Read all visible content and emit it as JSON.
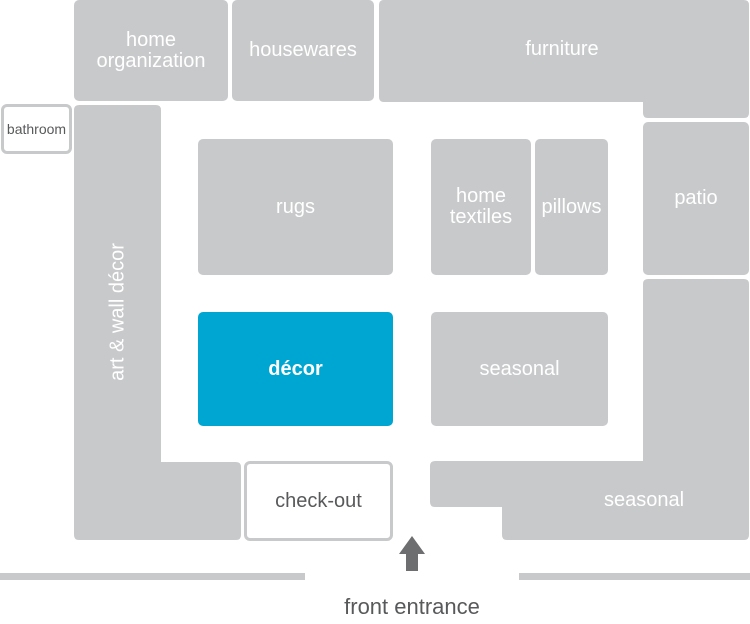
{
  "map": {
    "departments": {
      "home_organization": "home\norganization",
      "housewares": "housewares",
      "furniture": "furniture",
      "bathroom": "bathroom",
      "art_wall_decor": "art & wall décor",
      "rugs": "rugs",
      "home_textiles": "home\ntextiles",
      "pillows": "pillows",
      "patio": "patio",
      "decor": "décor",
      "seasonal_center": "seasonal",
      "seasonal_corner": "seasonal",
      "check_out": "check-out"
    },
    "entrance_label": "front entrance",
    "colors": {
      "block": "#c8c9cb",
      "highlight": "#00a6d2",
      "text_dark": "#58595b"
    }
  }
}
